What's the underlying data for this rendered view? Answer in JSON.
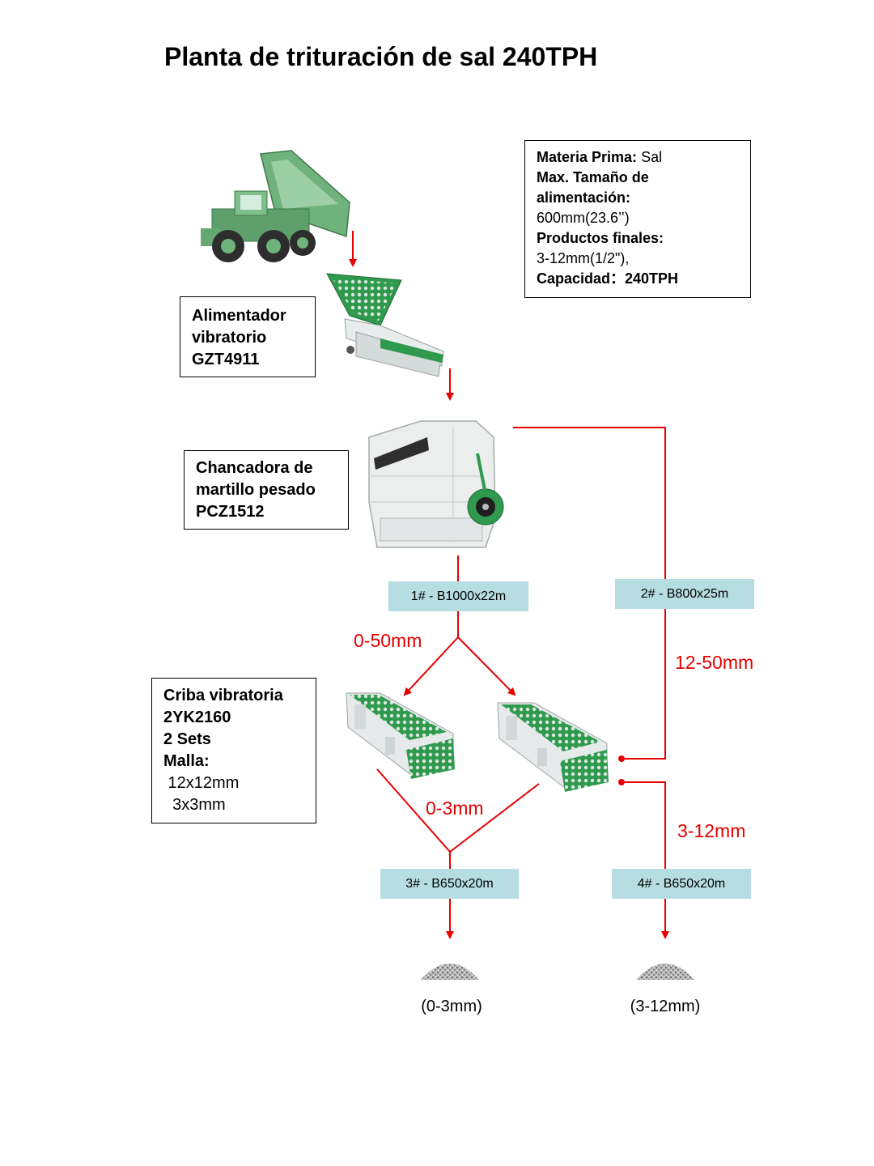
{
  "title": "Planta de trituración de sal 240TPH",
  "info": {
    "materia_label": "Materia Prima:",
    "materia_value": " Sal",
    "max_label_1": "Max. Tamaño de",
    "max_label_2": "alimentación:",
    "max_value": "600mm(23.6’’)",
    "productos_label": "Productos finales:",
    "productos_value": "3-12mm(1/2\"),",
    "capacidad_label": "Capacidad：240TPH"
  },
  "feeder": {
    "line1": "Alimentador",
    "line2": "vibratorio",
    "line3": "GZT4911"
  },
  "crusher": {
    "line1": "Chancadora de",
    "line2": "martillo pesado",
    "line3": "PCZ1512"
  },
  "screen": {
    "line1": "Criba vibratoria",
    "line2": "2YK2160",
    "line3": "2 Sets",
    "line4": "Malla:",
    "line5": " 12x12mm",
    "line6": "  3x3mm"
  },
  "belts": {
    "b1": "1# - B1000x22m",
    "b2": "2# - B800x25m",
    "b3": "3# - B650x20m",
    "b4": "4# - B650x20m"
  },
  "flows": {
    "f1": "0-50mm",
    "f2": "12-50mm",
    "f3": "0-3mm",
    "f4": "3-12mm"
  },
  "products": {
    "p1": "(0-3mm)",
    "p2": "(3-12mm)"
  },
  "colors": {
    "flow": "#e60000",
    "belt": "#b6dde2",
    "machine_green": "#2f9a4e",
    "machine_white": "#eceeee"
  }
}
